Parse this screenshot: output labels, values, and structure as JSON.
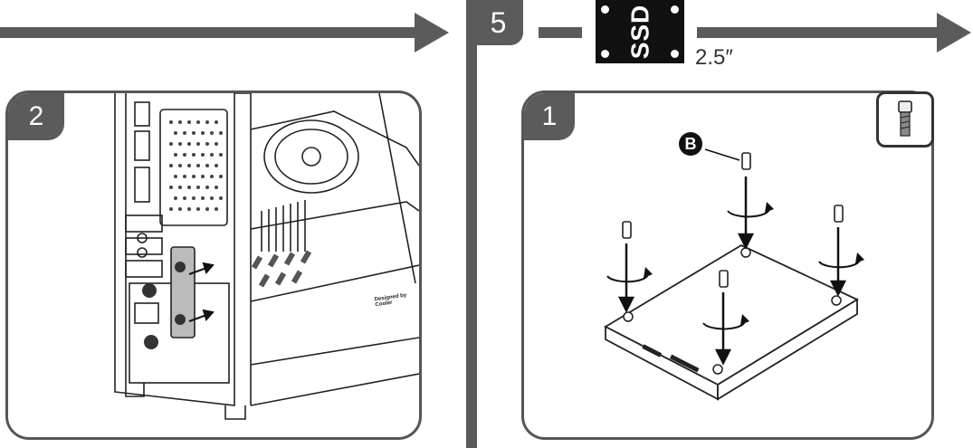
{
  "step": {
    "number": "5"
  },
  "panels": [
    {
      "badge": "2"
    },
    {
      "badge": "1"
    }
  ],
  "component": {
    "icon_text": "SSD",
    "size": "2.5″"
  },
  "callout": {
    "letter": "B"
  },
  "case_text": "Designed by Cooler"
}
